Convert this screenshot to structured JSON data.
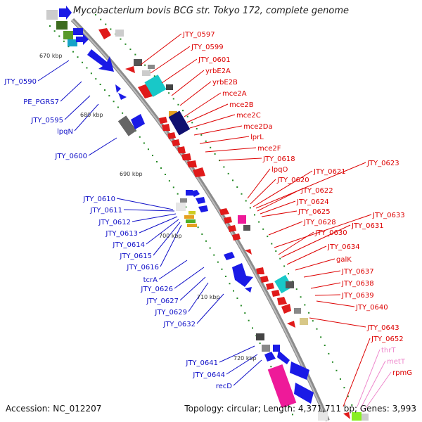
{
  "title": "Mycobacterium bovis BCG str. Tokyo 172, complete genome",
  "footer": {
    "accession": "Accession: NC_012207",
    "summary": "Topology: circular; Length: 4,371,711 bp; Genes: 3,993"
  },
  "colors": {
    "minus_strand_label": "#1010c8",
    "plus_strand_label": "#dd0000",
    "rna_label": "#ee88cc",
    "backbone": "#8c8c8c",
    "tick": "#228822"
  },
  "ticks": [
    "670 kbp",
    "680 kbp",
    "690 kbp",
    "700 kbp",
    "710 kbp",
    "720 kbp"
  ],
  "left_labels": [
    "JTY_0590",
    "PE_PGRS7",
    "JTY_0595",
    "lpqN",
    "JTY_0600",
    "JTY_0610",
    "JTY_0611",
    "JTY_0612",
    "JTY_0613",
    "JTY_0614",
    "JTY_0615",
    "JTY_0616",
    "tcrA",
    "JTY_0626",
    "JTY_0627",
    "JTY_0629",
    "JTY_0632",
    "JTY_0641",
    "JTY_0644",
    "recD"
  ],
  "right_labels": [
    "JTY_0597",
    "JTY_0599",
    "JTY_0601",
    "yrbE2A",
    "yrbE2B",
    "mce2A",
    "mce2B",
    "mce2C",
    "mce2Da",
    "lprL",
    "mce2F",
    "JTY_0618",
    "lpqO",
    "JTY_0620",
    "JTY_0621",
    "JTY_0623",
    "JTY_0622",
    "JTY_0624",
    "JTY_0625",
    "JTY_0628",
    "JTY_0633",
    "JTY_0630",
    "JTY_0631",
    "JTY_0634",
    "galK",
    "JTY_0637",
    "JTY_0638",
    "JTY_0639",
    "JTY_0640",
    "JTY_0643",
    "JTY_0652"
  ],
  "rna_labels": [
    "thrT",
    "metT",
    "rpmG"
  ]
}
